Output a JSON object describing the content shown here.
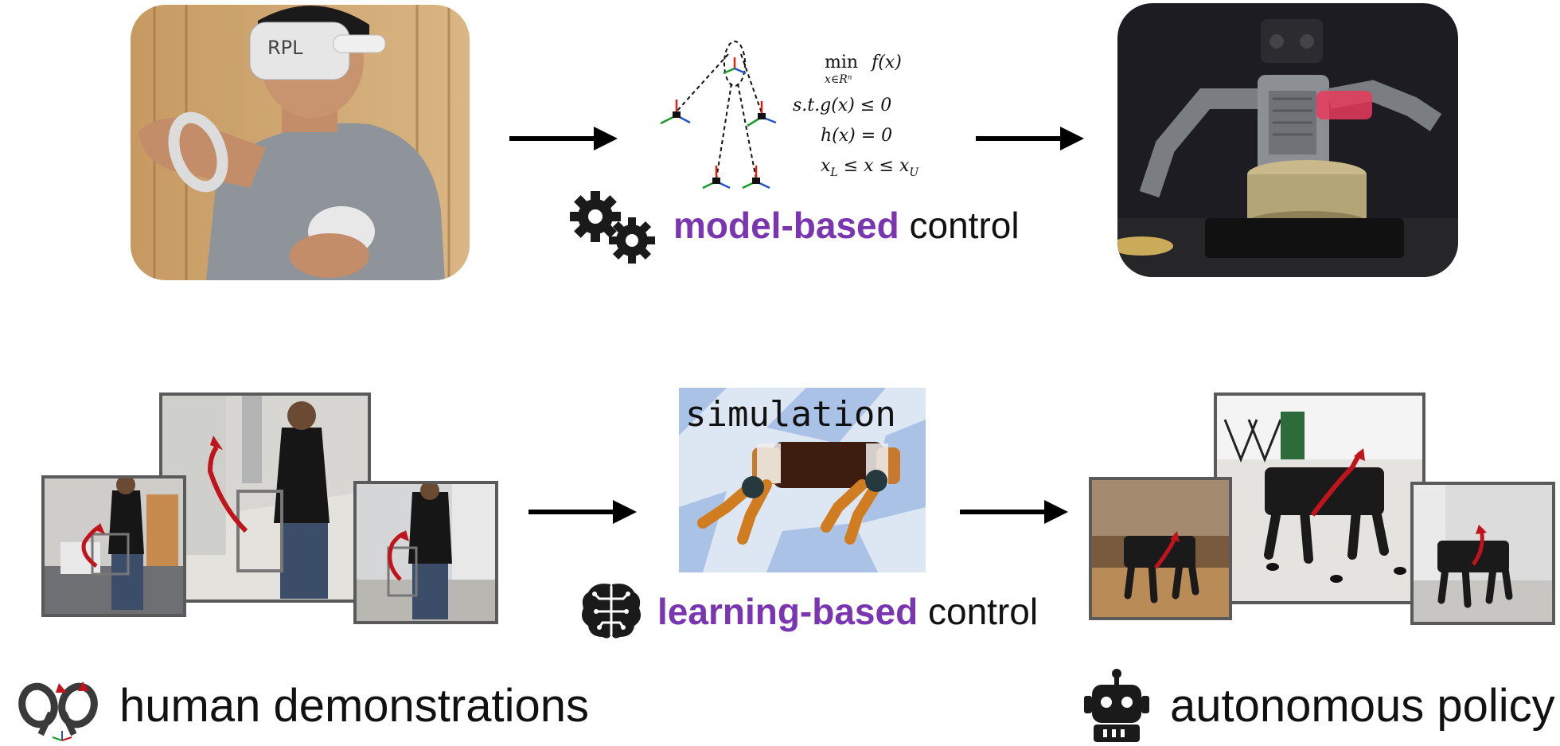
{
  "model_based": {
    "keyword": "model-based",
    "suffix": " control",
    "equations": {
      "line1_op": "min",
      "line1_sub": "x∈Rⁿ",
      "line1_fn": "f(x)",
      "line2": "s.t.g(x) ≤ 0",
      "line3": "h(x) = 0",
      "line4_a": "x",
      "line4_a_sub": "L",
      "line4_mid": " ≤ x ≤ x",
      "line4_b_sub": "U"
    }
  },
  "learning_based": {
    "keyword": "learning-based",
    "suffix": " control",
    "sim_label": "simulation"
  },
  "headset_text": "RPL",
  "bottom": {
    "left_label": "human demonstrations",
    "right_label": "autonomous policy"
  },
  "colors": {
    "accent_purple": "#7a35b0",
    "arrow_red": "#c0141c",
    "frame_gray": "#5a5a5a"
  },
  "icons": [
    "gears-icon",
    "brain-circuit-icon",
    "vr-controllers-icon",
    "robot-icon"
  ]
}
